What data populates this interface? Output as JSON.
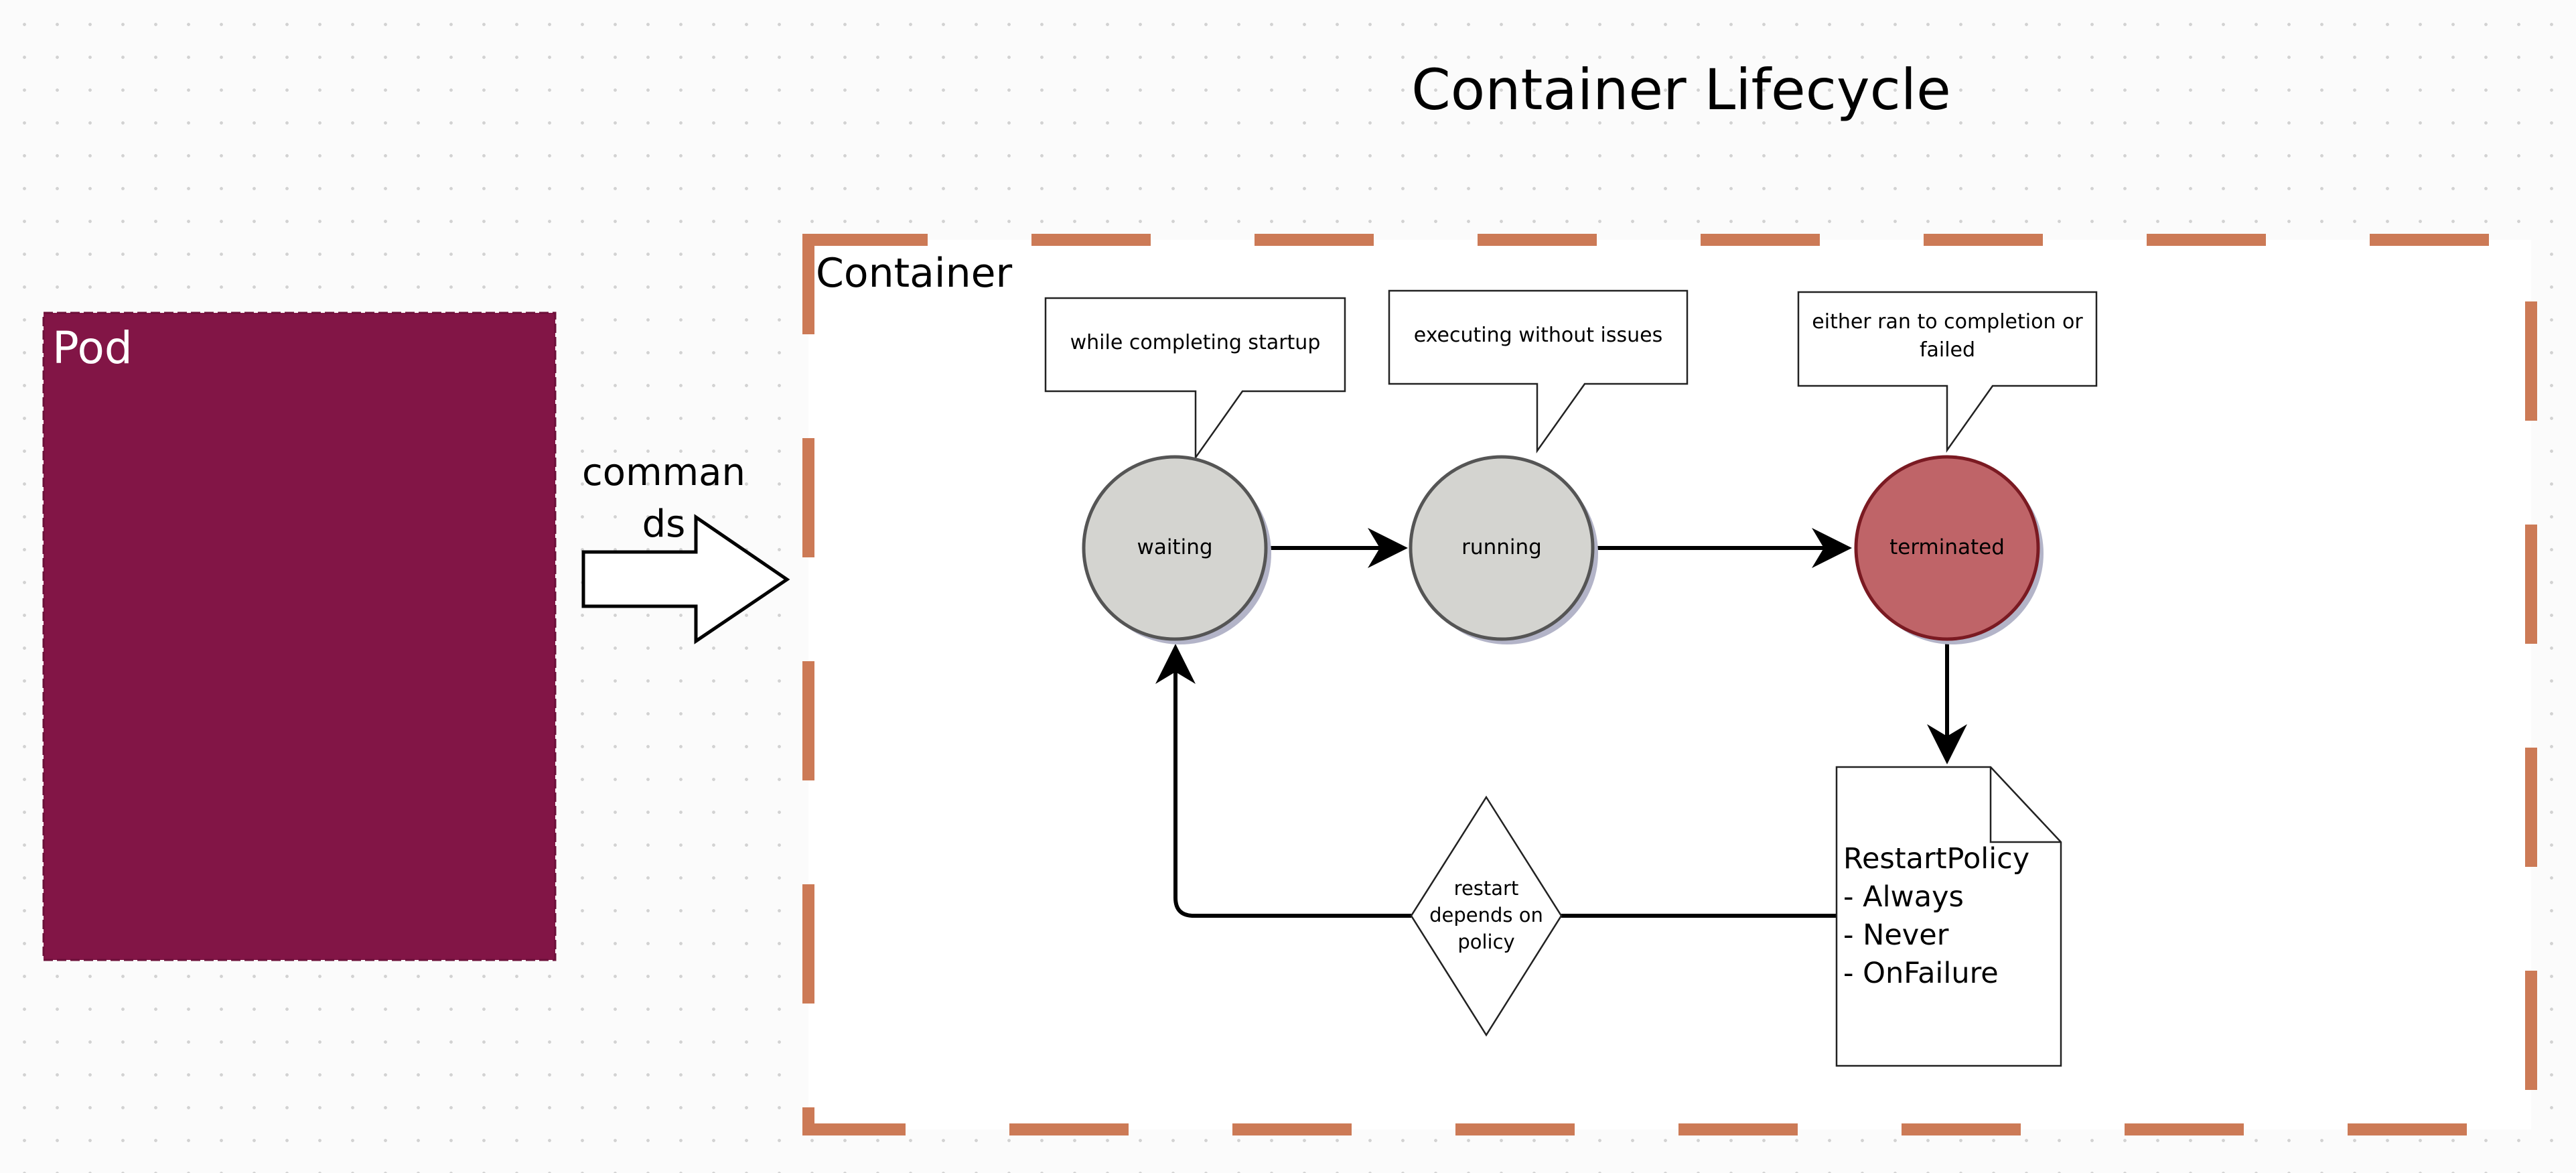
{
  "title": "Container Lifecycle",
  "pod": {
    "label": "Pod",
    "fill": "#821546"
  },
  "commands_arrow": {
    "label_line1": "comman",
    "label_line2": "ds"
  },
  "container": {
    "label": "Container",
    "border_color": "#cc7a56"
  },
  "states": {
    "waiting": {
      "label": "waiting",
      "fill": "#d4d4d0"
    },
    "running": {
      "label": "running",
      "fill": "#d4d4d0"
    },
    "terminated": {
      "label": "terminated",
      "fill": "#bf6468"
    }
  },
  "callouts": {
    "waiting": "while completing startup",
    "running": "executing without issues",
    "terminated_line1": "either ran to completion or",
    "terminated_line2": "failed"
  },
  "decision": {
    "line1": "restart",
    "line2": "depends on",
    "line3": "policy"
  },
  "restart_policy": {
    "title": "RestartPolicy",
    "options": [
      "- Always",
      "- Never",
      "- OnFailure"
    ]
  }
}
